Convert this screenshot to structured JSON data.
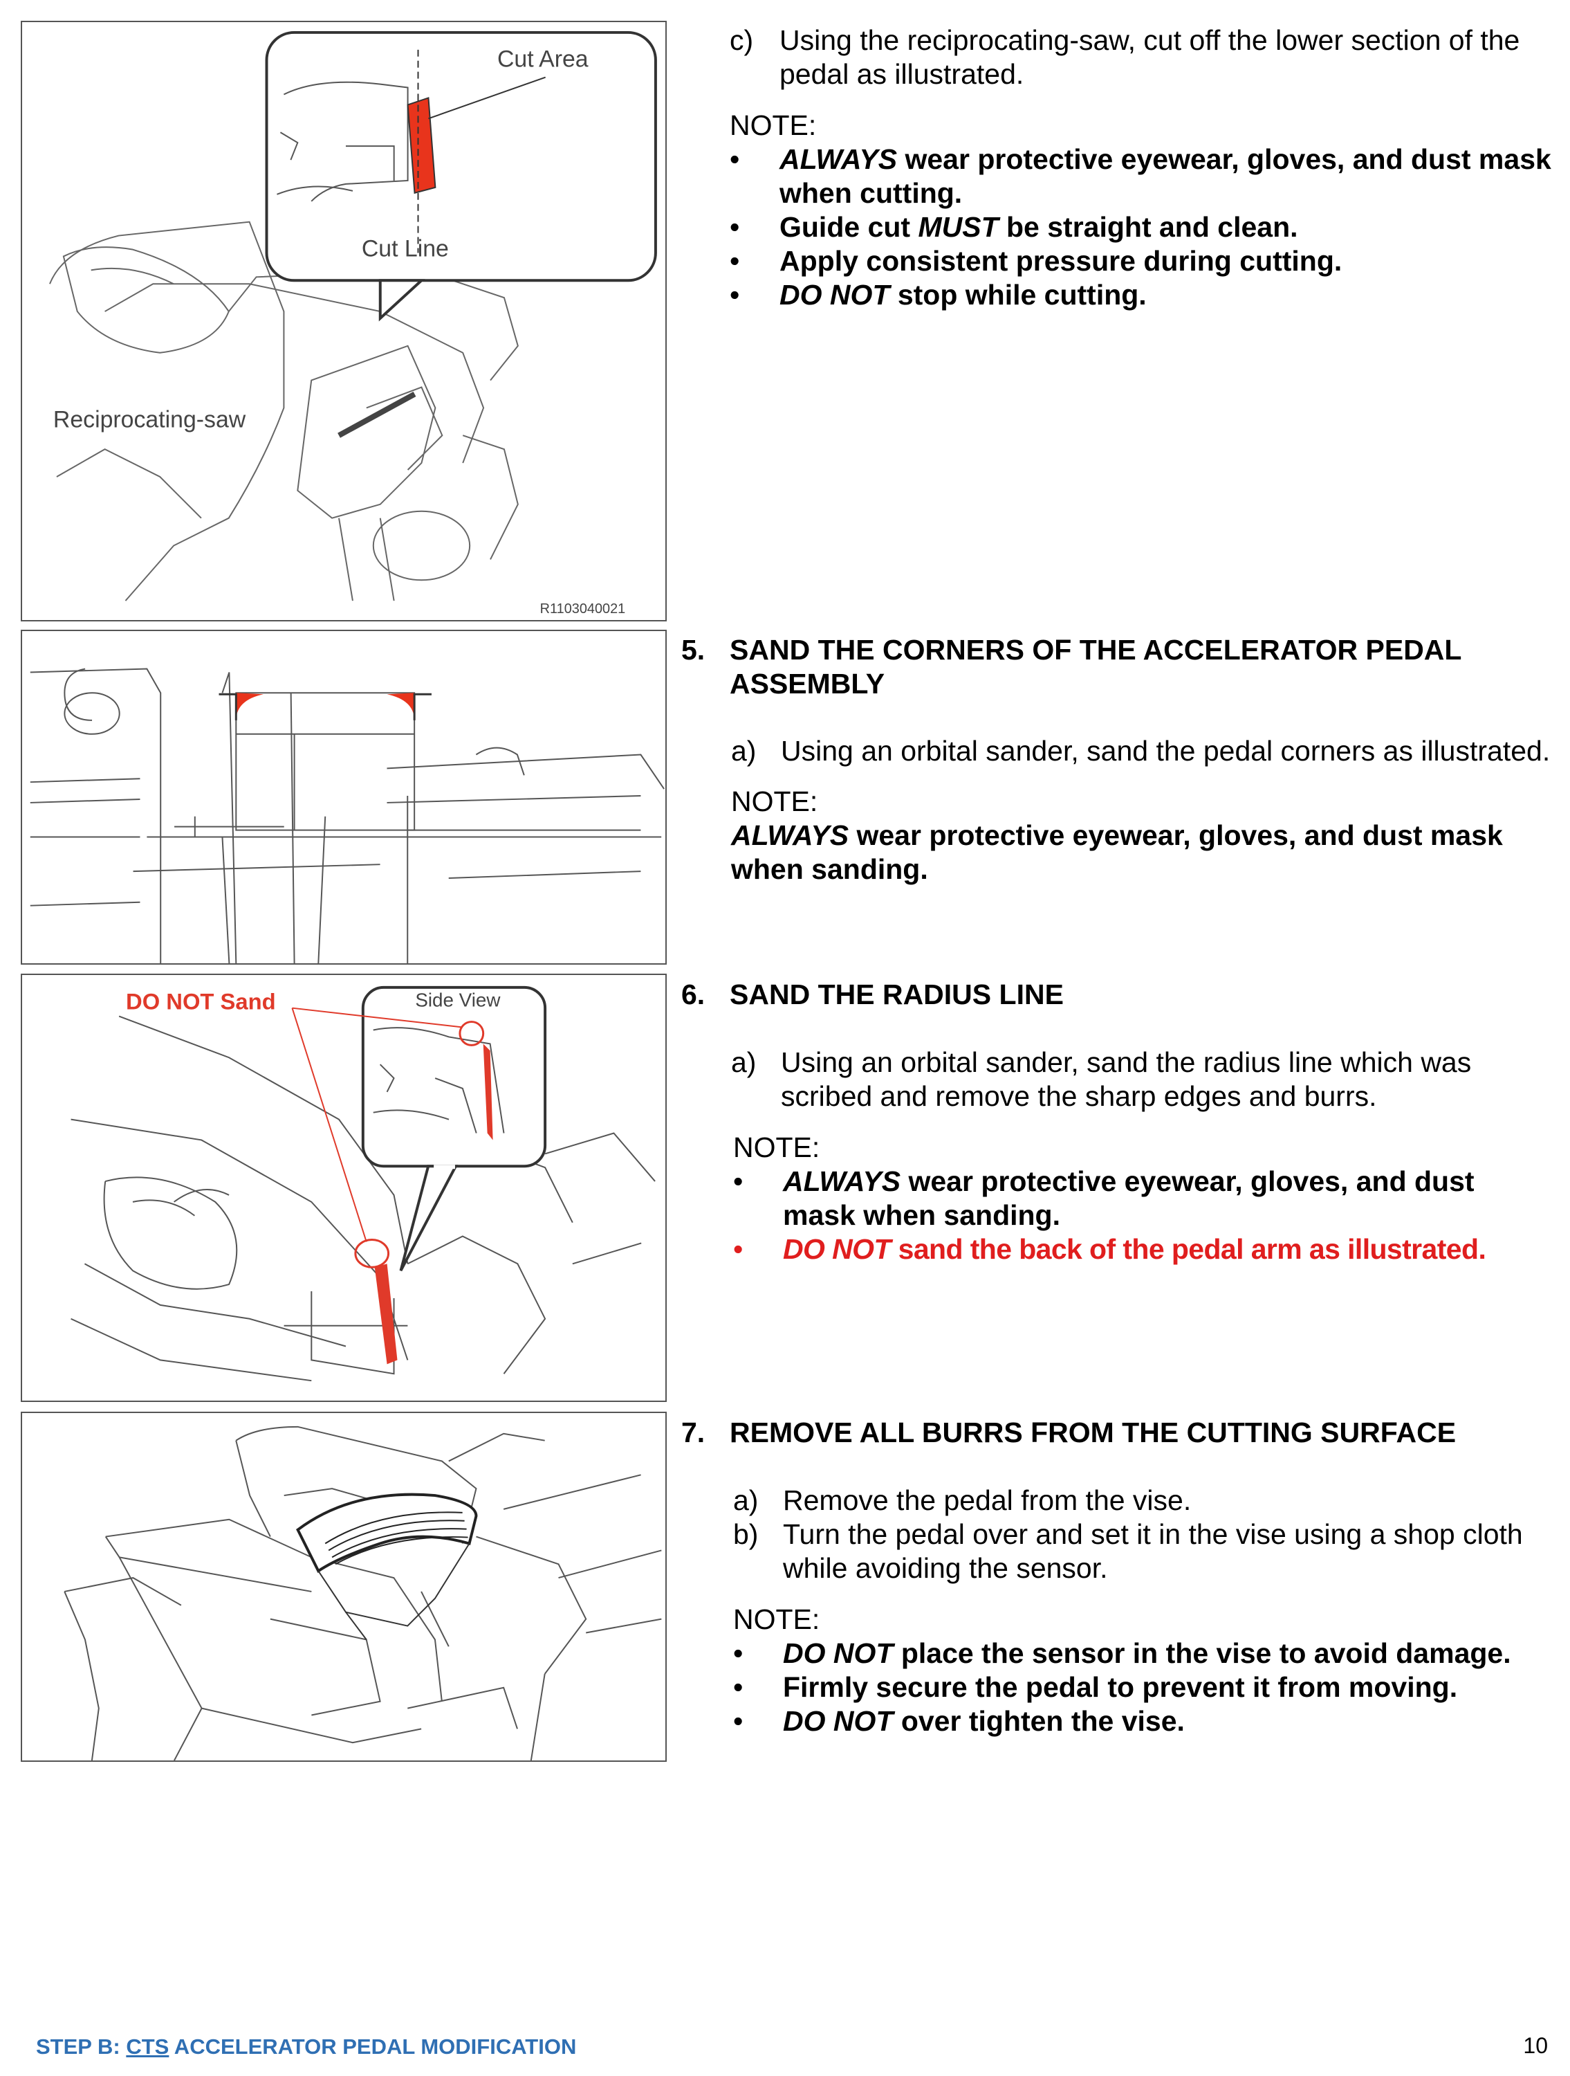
{
  "figures": {
    "fig1": {
      "label_cut_area": "Cut Area",
      "label_cut_line": "Cut Line",
      "label_saw": "Reciprocating-saw",
      "code": "R1103040021"
    },
    "fig3": {
      "label_do_not_sand": "DO NOT Sand",
      "label_side_view": "Side View"
    }
  },
  "step_c_prev": {
    "label": "c)",
    "text": "Using the reciprocating-saw, cut off the lower section of the pedal as illustrated.",
    "note_title": "NOTE:",
    "bullets": [
      {
        "em": "ALWAYS",
        "rest": " wear protective eyewear, gloves, and dust mask when cutting."
      },
      {
        "pre": "Guide cut ",
        "em": "MUST",
        "rest": " be straight and clean."
      },
      {
        "rest": "Apply consistent pressure during cutting."
      },
      {
        "em": "DO NOT",
        "rest": " stop while cutting."
      }
    ]
  },
  "step5": {
    "num": "5.",
    "title": "SAND THE CORNERS OF THE ACCELERATOR PEDAL ASSEMBLY",
    "sub_label": "a)",
    "sub_text": "Using an orbital sander, sand the pedal corners as illustrated.",
    "note_title": "NOTE:",
    "note_em": "ALWAYS",
    "note_rest": " wear protective eyewear, gloves, and dust mask when sanding."
  },
  "step6": {
    "num": "6.",
    "title": "SAND THE RADIUS LINE",
    "sub_label": "a)",
    "sub_text": "Using an orbital sander, sand the radius line which was scribed and remove the sharp edges and burrs.",
    "note_title": "NOTE:",
    "bullets": [
      {
        "em": "ALWAYS",
        "rest": " wear protective eyewear, gloves, and dust mask when sanding."
      },
      {
        "em": "DO NOT",
        "rest": " sand the back of the pedal arm as illustrated."
      }
    ]
  },
  "step7": {
    "num": "7.",
    "title": "REMOVE ALL BURRS FROM THE CUTTING SURFACE",
    "subs": [
      {
        "label": "a)",
        "text": "Remove the pedal from the vise."
      },
      {
        "label": "b)",
        "text": "Turn the pedal over and set it in the vise using a shop cloth while avoiding the sensor."
      }
    ],
    "note_title": "NOTE:",
    "bullets": [
      {
        "em": "DO NOT",
        "rest": " place the sensor in the vise to avoid damage."
      },
      {
        "rest": "Firmly secure the pedal to prevent it from moving."
      },
      {
        "em": "DO NOT",
        "rest": " over tighten the vise."
      }
    ]
  },
  "footer": {
    "prefix": "STEP B: ",
    "link": "CTS",
    "suffix": " ACCELERATOR PEDAL MODIFICATION",
    "page": "10"
  },
  "colors": {
    "accent_red": "#e01e1e",
    "footer_blue": "#2f6fb3"
  },
  "bullet_glyph": "•"
}
